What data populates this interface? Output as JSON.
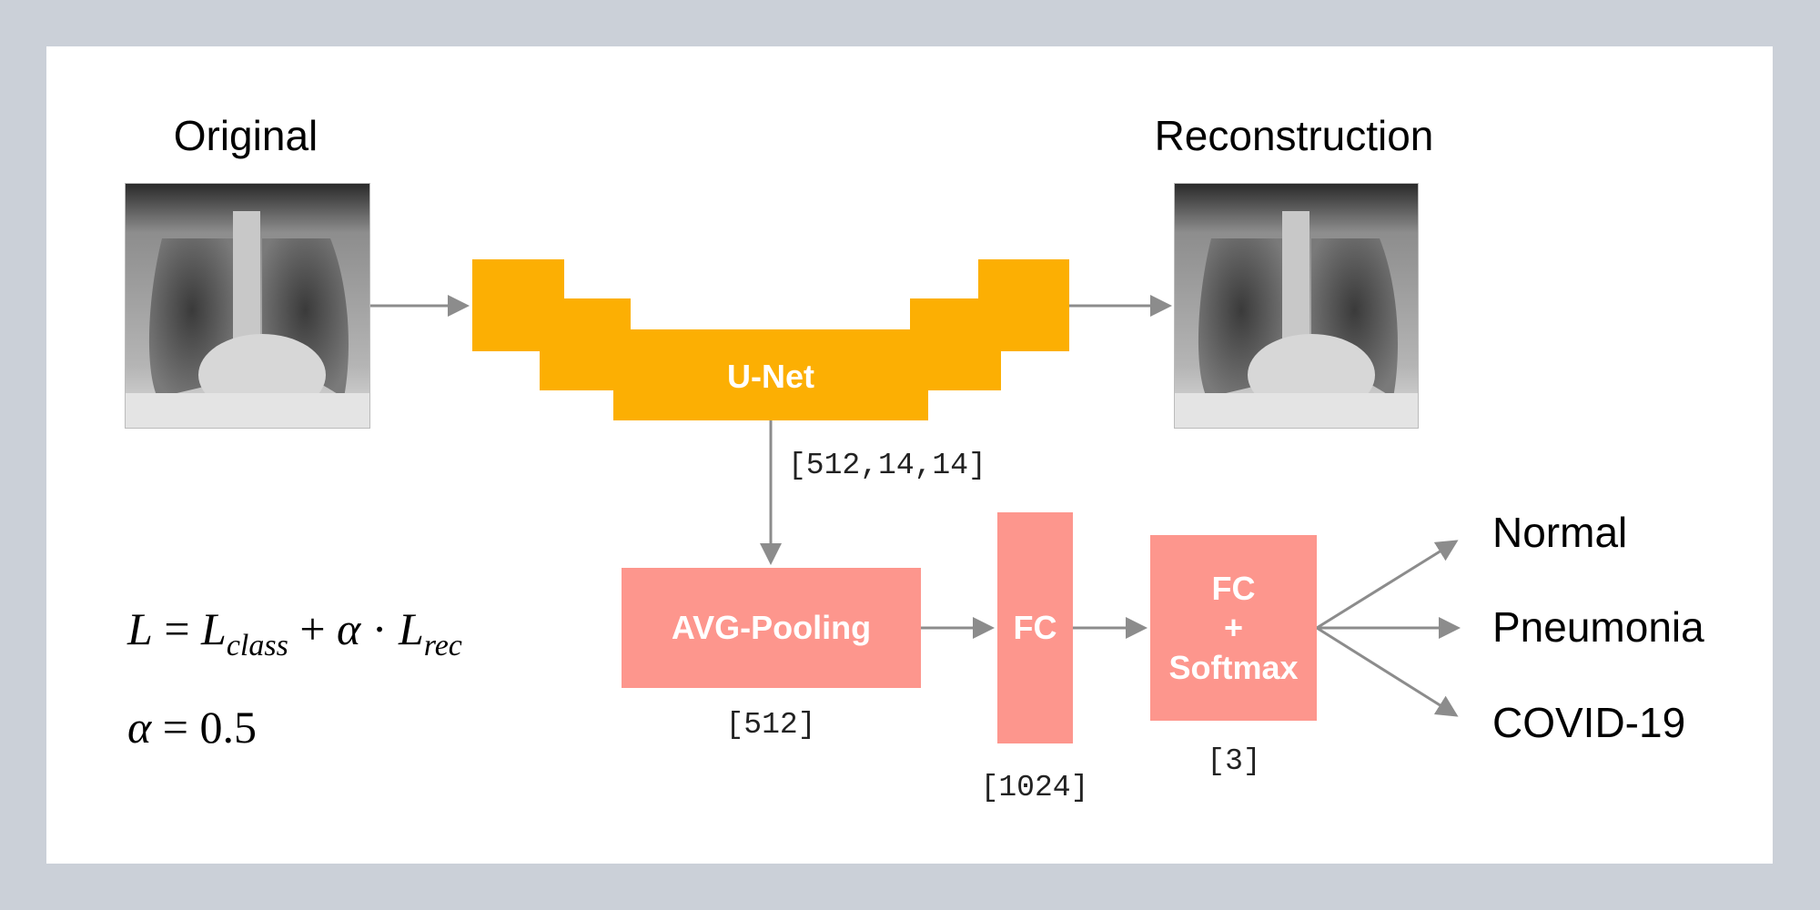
{
  "colors": {
    "background": "#cbd0d8",
    "panel": "#ffffff",
    "unet": "#fcaf03",
    "layer_box": "#fd968d",
    "arrow": "#8c8c8c"
  },
  "images": {
    "original_title": "Original",
    "reconstruction_title": "Reconstruction"
  },
  "unet": {
    "label": "U-Net",
    "output_shape": "[512,14,14]"
  },
  "layers": [
    {
      "label": "AVG-Pooling",
      "shape": "[512]"
    },
    {
      "label": "FC",
      "shape": "[1024]"
    },
    {
      "label_lines": [
        "FC",
        "+",
        "Softmax"
      ],
      "shape": "[3]"
    }
  ],
  "classes": [
    "Normal",
    "Pneumonia",
    "COVID-19"
  ],
  "formula": {
    "loss": {
      "lhs": "L",
      "eq": "=",
      "term1": "L",
      "term1_sub": "class",
      "plus": "+",
      "alpha": "α",
      "dot": "·",
      "term2": "L",
      "term2_sub": "rec"
    },
    "alpha_line": {
      "alpha": "α",
      "eq": "=",
      "value": "0.5"
    }
  }
}
